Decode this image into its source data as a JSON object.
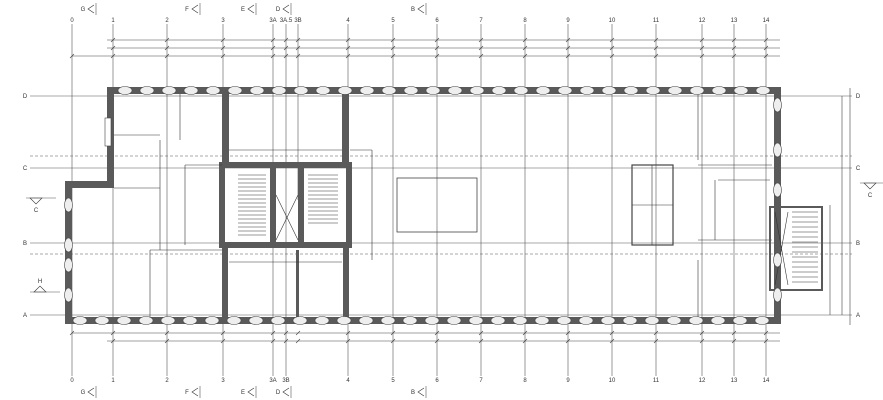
{
  "drawing": {
    "columns_top": [
      "0",
      "1",
      "2",
      "3",
      "3A",
      "3A.5",
      "3B",
      "4",
      "5",
      "6",
      "7",
      "8",
      "9",
      "10",
      "11",
      "12",
      "13",
      "14"
    ],
    "columns_bottom": [
      "0",
      "1",
      "2",
      "3",
      "3A",
      "3B",
      "4",
      "5",
      "6",
      "7",
      "8",
      "9",
      "10",
      "11",
      "12",
      "13",
      "14"
    ],
    "rows": [
      "D",
      "C",
      "B",
      "A"
    ],
    "section_markers_top": [
      "G",
      "F",
      "E",
      "D",
      "B"
    ],
    "section_markers_bottom": [
      "G",
      "F",
      "E",
      "D",
      "B"
    ],
    "side_section_markers": [
      "C",
      "H"
    ],
    "colors": {
      "wall": "#5a5a5a",
      "line": "#333333",
      "background": "#ffffff"
    }
  }
}
